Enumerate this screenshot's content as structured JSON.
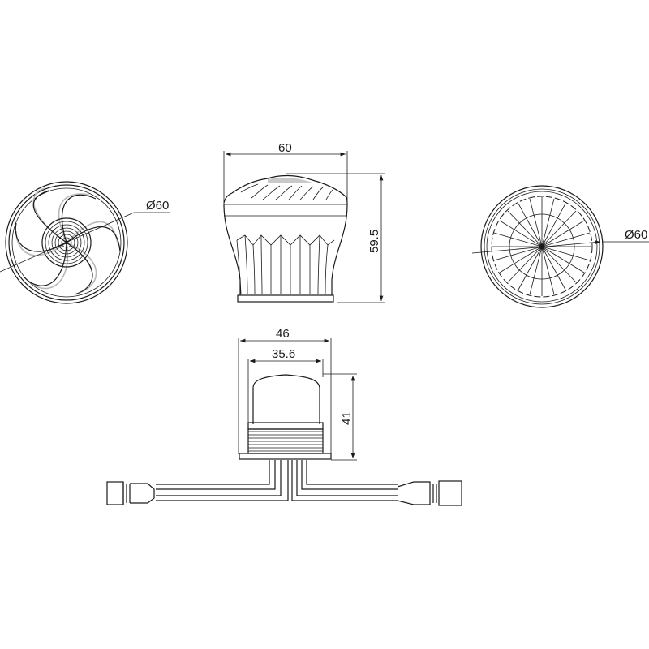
{
  "drawing": {
    "views": {
      "top_swirl": {
        "label": "Ø60"
      },
      "side_large": {
        "width_label": "60",
        "height_label": "59.5"
      },
      "top_radial": {
        "label": "Ø60"
      },
      "side_small": {
        "outer_width_label": "46",
        "inner_width_label": "35.6",
        "height_label": "41"
      }
    },
    "colors": {
      "line": "#1a1a1a",
      "shade": "#b8b8b8",
      "background": "#ffffff"
    }
  }
}
